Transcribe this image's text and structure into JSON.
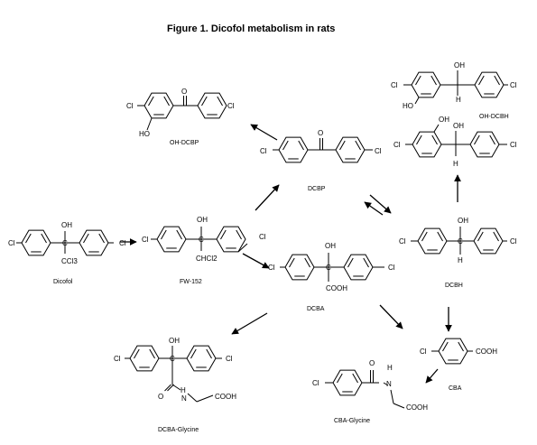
{
  "title": "Figure 1.  Dicofol metabolism in rats",
  "atoms": {
    "cl": "Cl",
    "c": "C",
    "o": "O",
    "oh": "OH",
    "ho": "HO",
    "h": "H",
    "n": "N",
    "cooh": "COOH",
    "ccl3": "CCl3",
    "chcl2": "CHCl2"
  },
  "compounds": {
    "dicofol": "Dicofol",
    "fw152": "FW-152",
    "dcbp": "DCBP",
    "oh_dcbp": "OH-DCBP",
    "dcba": "DCBA",
    "dcbh": "DCBH",
    "oh_dcbh": "OH-DCBH",
    "cba": "CBA",
    "dcba_glycine": "DCBA-Glycine",
    "cba_glycine": "CBA-Glycine"
  }
}
